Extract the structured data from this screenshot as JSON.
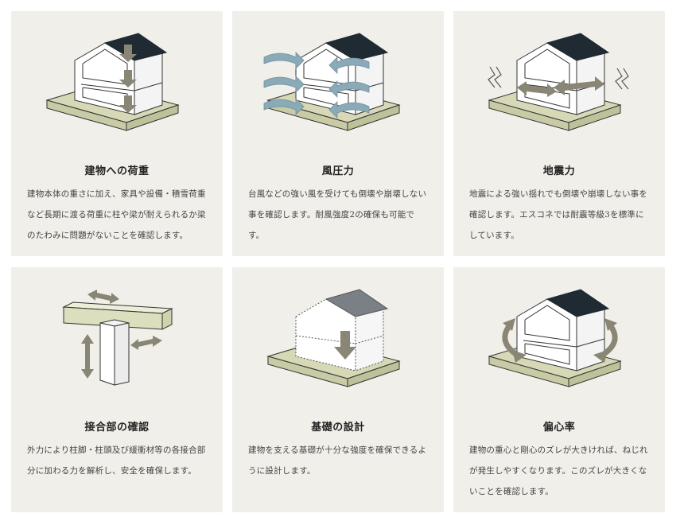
{
  "colors": {
    "card_bg": "#f1efe9",
    "roof": "#1f2a33",
    "ground": "#d6d8b6",
    "arrow_gray": "#8a8676",
    "wind_blue": "#8aaab8"
  },
  "cards": [
    {
      "title": "建物への荷重",
      "lines": [
        "建物本体の重さに加え、家具や設備・積雪荷重",
        "など長期に渡る荷重に柱や梁が耐えられるか梁",
        "のたわみに問題がないことを確認します。"
      ]
    },
    {
      "title": "風圧力",
      "lines": [
        "台風などの強い風を受けても倒壊や崩壊しない",
        "事を確認します。耐風強度2の確保も可能で",
        "す。"
      ]
    },
    {
      "title": "地震力",
      "lines": [
        "地震による強い揺れでも倒壊や崩壊しない事を",
        "確認します。エスコネでは耐震等級3を標準に",
        "しています。"
      ]
    },
    {
      "title": "接合部の確認",
      "lines": [
        "外力により柱脚・柱頭及び緩衝材等の各接合部",
        "分に加わる力を解析し、安全を確保します。"
      ]
    },
    {
      "title": "基礎の設計",
      "lines": [
        "建物を支える基礎が十分な強度を確保できるよ",
        "うに設計します。"
      ]
    },
    {
      "title": "偏心率",
      "lines": [
        "建物の重心と剛心のズレが大きければ、ねじれ",
        "が発生しやすくなります。このズレが大きくな",
        "いことを確認します。"
      ]
    }
  ]
}
